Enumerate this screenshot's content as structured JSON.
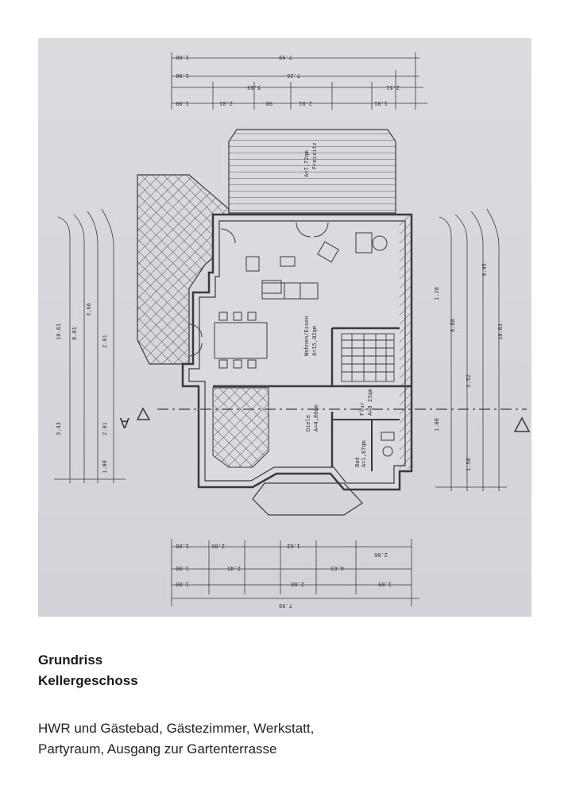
{
  "caption": {
    "title_line1": "Grundriss",
    "title_line2": "Kellergeschoss",
    "desc_line1": "HWR und Gästebad, Gästezimmer, Werkstatt,",
    "desc_line2": "Partyraum, Ausgang zur Gartenterrasse"
  },
  "plan": {
    "rooms": [
      {
        "id": "wohnen",
        "label": "Wohnen/Essen",
        "area": "A=15,02qm"
      },
      {
        "id": "diele",
        "label": "Diele",
        "area": "A=4,88qm"
      },
      {
        "id": "flur",
        "label": "Flur",
        "area": "A=8 23qm"
      },
      {
        "id": "bad",
        "label": "Bad",
        "area": "A=1,87qm"
      },
      {
        "id": "terrasse",
        "label": "Freisitz",
        "area": "A=7,72qm"
      }
    ],
    "section_mark": "A",
    "top_dims": [
      "7.99",
      "7.26",
      "5.69",
      "2.01",
      "98",
      "2.01",
      "1.01",
      "1.00",
      "2.51",
      "1.00",
      "1.00"
    ],
    "bottom_dims": [
      "2.06",
      "1.62",
      "1.00",
      "2.06",
      "1.00",
      "2.45",
      "4.63",
      "1.00",
      "2.00",
      "1.09",
      "7.99"
    ],
    "left_dims": [
      "10.61",
      "8.01",
      "3.66",
      "2.01",
      "3.43",
      "2.01",
      "1.00"
    ],
    "right_dims": [
      "6.88",
      "4.45",
      "1.20",
      "3.52",
      "10.61",
      "1.00",
      "1.58"
    ]
  },
  "colors": {
    "photo_bg": "#d8d8dd",
    "ink": "#3a3a3e",
    "page_bg": "#ffffff"
  }
}
